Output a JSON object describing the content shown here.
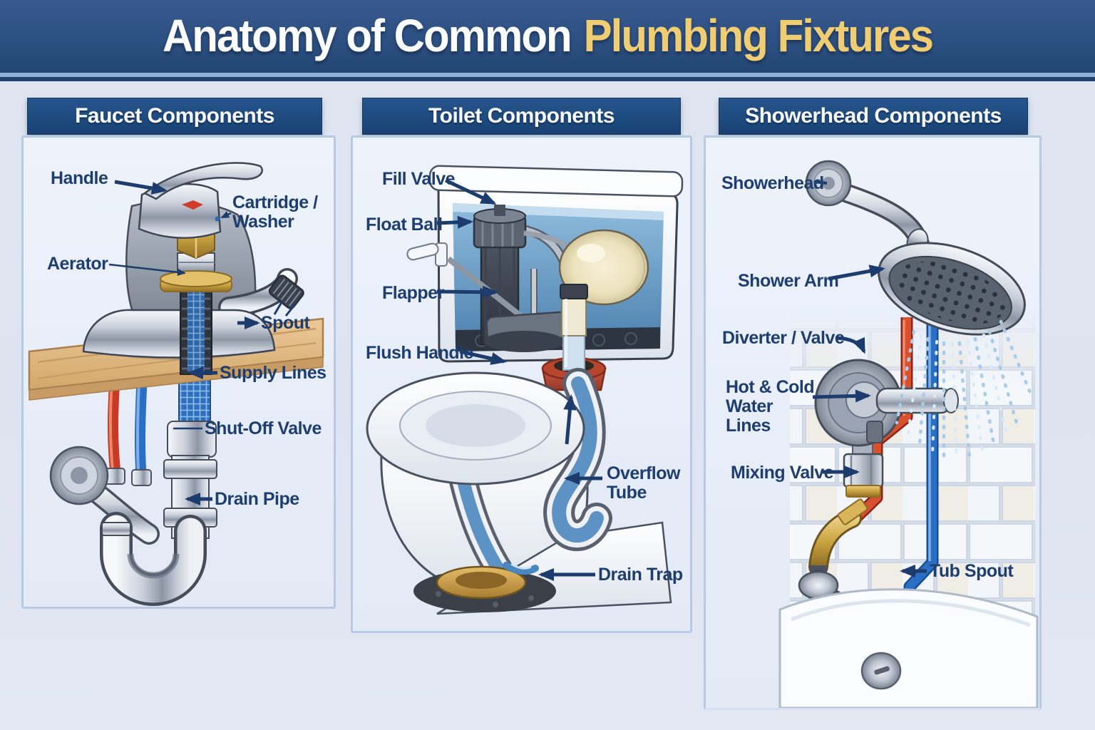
{
  "title": {
    "prefix": "Anatomy of Common",
    "highlight": "Plumbing Fixtures"
  },
  "panels": {
    "faucet": {
      "heading": "Faucet Components",
      "labels": {
        "handle": "Handle",
        "cartridge_washer": "Cartridge / Washer",
        "aerator": "Aerator",
        "spout": "Spout",
        "supply_lines": "Supply Lines",
        "shut_off_valve": "Shut-Off Valve",
        "drain_pipe": "Drain Pipe"
      }
    },
    "toilet": {
      "heading": "Toilet Components",
      "labels": {
        "fill_valve": "Fill Valve",
        "float_ball": "Float Ball",
        "flapper": "Flapper",
        "flush_handle": "Flush Handle",
        "overflow_tube": "Overflow Tube",
        "drain_trap": "Drain Trap"
      }
    },
    "shower": {
      "heading": "Showerhead Components",
      "labels": {
        "showerhead": "Showerhead",
        "shower_arm": "Shower Arm",
        "diverter_valve": "Diverter / Valve",
        "hot_cold_water_lines": "Hot & Cold Water Lines",
        "mixing_valve": "Mixing Valve",
        "tub_spout": "Tub Spout"
      }
    }
  },
  "colors": {
    "banner_navy": "#2D5082",
    "section_bar_navy": "#1D4A7F",
    "label_text_navy": "#1D3E6F",
    "title_gold": "#F0CD72",
    "hot_water_red": "#C83A26",
    "cold_water_blue": "#2B6FC4",
    "brass_gold": "#C9A23F",
    "water_blue": "#6FA3CE",
    "panel_border": "#B7CAE4"
  }
}
